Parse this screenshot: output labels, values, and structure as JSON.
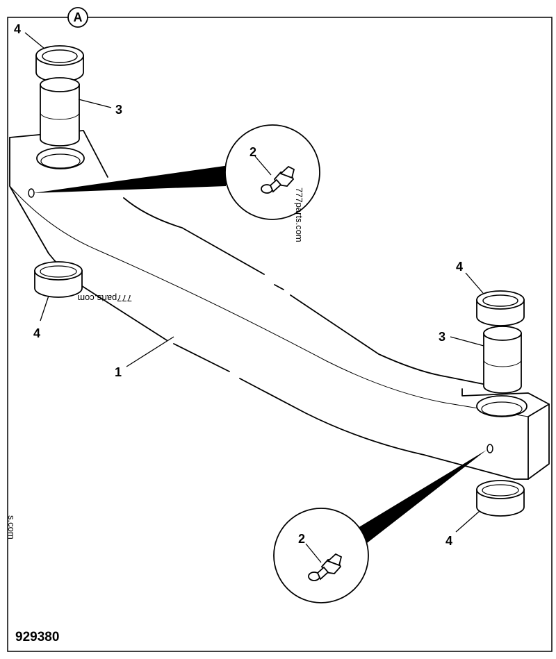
{
  "view_marker": "A",
  "figure_number": "929380",
  "callouts": {
    "seal_top_left": "4",
    "pin_top_left": "3",
    "grease_nipple_top": "2",
    "seal_bottom_left": "4",
    "beam": "1",
    "seal_top_right": "4",
    "pin_right": "3",
    "seal_bottom_right": "4",
    "grease_nipple_bottom": "2"
  },
  "watermarks": {
    "vertical": "777parts.com",
    "rotated": "777parts.com",
    "edge": "s.com"
  }
}
